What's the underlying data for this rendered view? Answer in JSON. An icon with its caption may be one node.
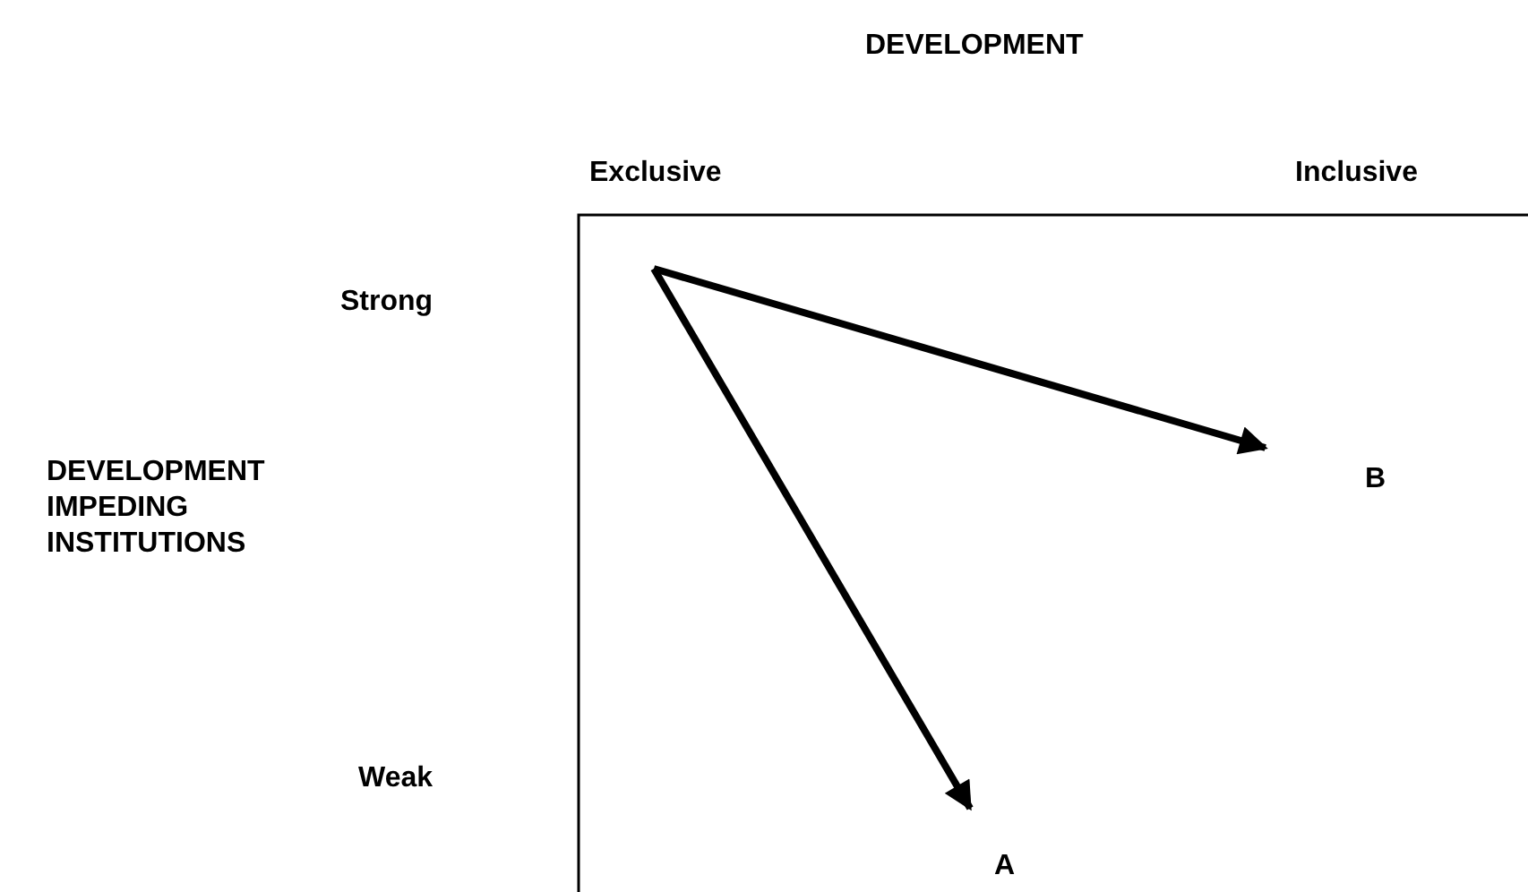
{
  "diagram": {
    "nodes": [
      {
        "text": [
          "B"
        ]
      },
      {
        "text": [
          "A"
        ]
      }
    ],
    "edges": [
      {
        "from": null,
        "to": 0,
        "arrow": "to"
      },
      {
        "from": null,
        "to": 1,
        "arrow": "to"
      }
    ],
    "labels": [
      "DEVELOPMENT",
      "Exclusive",
      "Inclusive",
      "Strong",
      "DEVELOPMENT IMPEDING INSTITUTIONS",
      "Weak"
    ]
  }
}
